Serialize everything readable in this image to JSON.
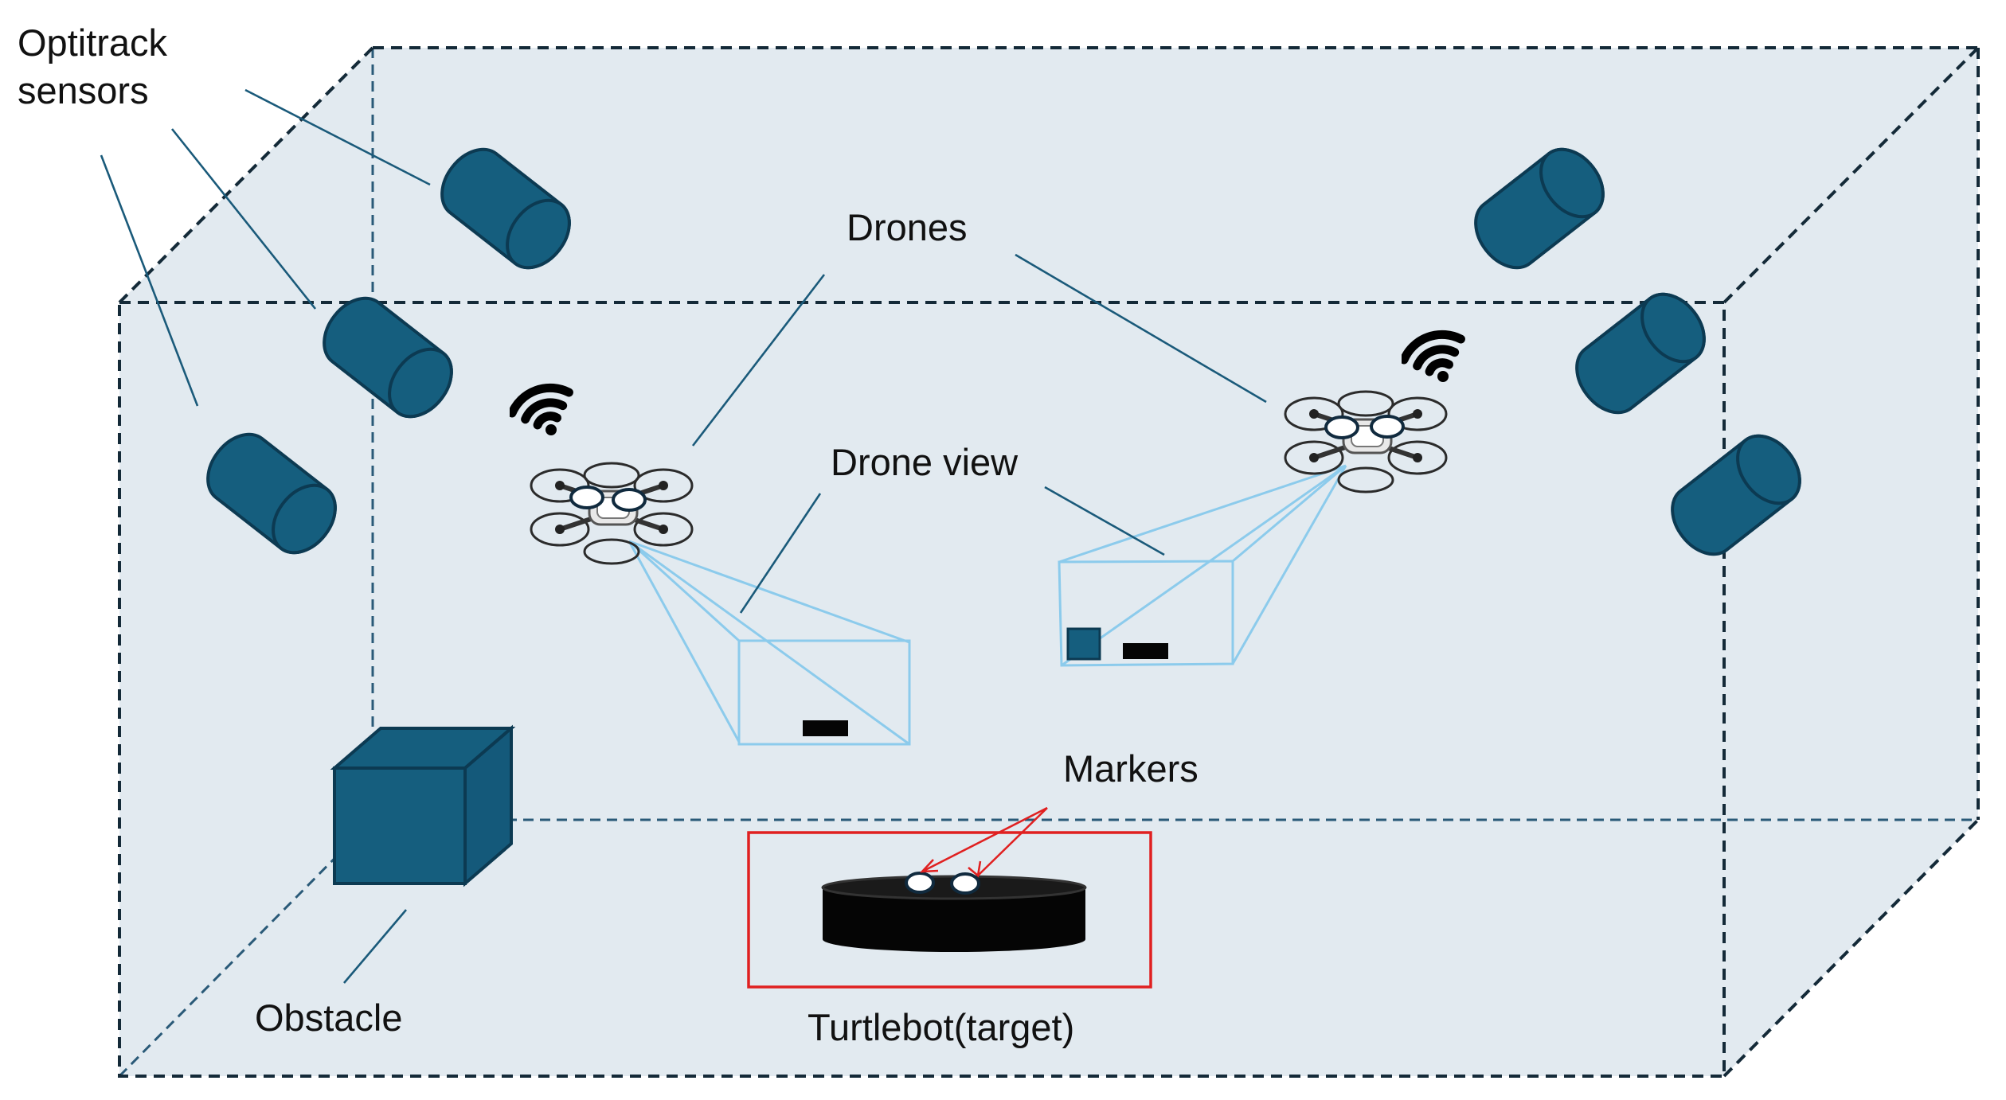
{
  "labels": {
    "sensors": [
      "Optitrack",
      "sensors"
    ],
    "drones": "Drones",
    "drone_view": "Drone view",
    "markers": "Markers",
    "obstacle": "Obstacle",
    "turtlebot": "Turtlebot(target)"
  },
  "colors": {
    "room_fill": "#e2eaf0",
    "sensor": "#155e7e",
    "obstacle": "#155e7e",
    "frustum": "#8ccbec",
    "target_box": "#e02020",
    "turtlebot": "#050505"
  },
  "icons": [
    "wifi-icon",
    "drone-icon",
    "camera-sensor-icon"
  ]
}
